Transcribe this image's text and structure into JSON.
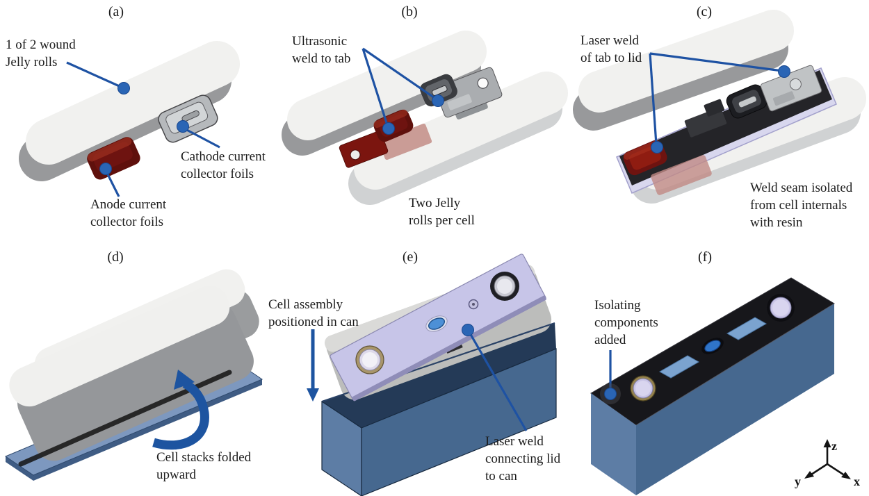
{
  "panels": {
    "a": {
      "label": "(a)",
      "ann_jelly": "1 of 2 wound\nJelly rolls",
      "ann_cathode": "Cathode current\ncollector foils",
      "ann_anode": "Anode current\ncollector foils"
    },
    "b": {
      "label": "(b)",
      "ann_weld": "Ultrasonic\nweld to tab",
      "caption": "Two Jelly\nrolls per cell"
    },
    "c": {
      "label": "(c)",
      "ann_weld": "Laser weld\nof tab to lid",
      "caption": "Weld seam isolated\nfrom cell internals\nwith resin"
    },
    "d": {
      "label": "(d)",
      "caption": "Cell stacks folded\nupward"
    },
    "e": {
      "label": "(e)",
      "ann_assembly": "Cell assembly\npositioned in can",
      "ann_weld": "Laser weld\nconnecting lid\nto can"
    },
    "f": {
      "label": "(f)",
      "ann_isolating": "Isolating\ncomponents\nadded",
      "axes": {
        "x": "x",
        "y": "y",
        "z": "z"
      }
    }
  },
  "colors": {
    "leader_line": "#1e52a3",
    "leader_dot": "#2a65b5",
    "arrow_blue": "#1d54a0",
    "jelly_top": "#f1f1ef",
    "jelly_side": "#98999b",
    "jelly_side_light": "#d0d2d3",
    "anode_red": "#6e1310",
    "lid_lavender": "#c7c5e8",
    "can_blue": "#46688f",
    "can_blue_light": "#5d7da5",
    "top_black": "#17171b",
    "plate_blue": "#7d98bf",
    "background": "#ffffff"
  }
}
